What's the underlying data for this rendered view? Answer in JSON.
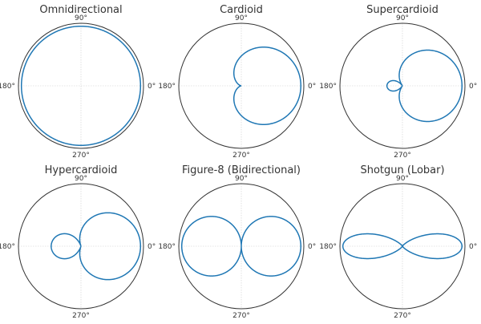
{
  "chart_data": [
    {
      "type": "line",
      "subtype": "polar",
      "title": "Omnidirectional",
      "pattern": "omni",
      "a": 1.0,
      "b": 0.0,
      "exponent": 1,
      "rlim": [
        0,
        1.05
      ],
      "theta_labels": [
        "0°",
        "90°",
        "180°",
        "270°"
      ],
      "grid": true
    },
    {
      "type": "line",
      "subtype": "polar",
      "title": "Cardioid",
      "pattern": "cardioid",
      "a": 0.5,
      "b": 0.5,
      "exponent": 1,
      "rlim": [
        0,
        1.05
      ],
      "theta_labels": [
        "0°",
        "90°",
        "180°",
        "270°"
      ],
      "grid": true
    },
    {
      "type": "line",
      "subtype": "polar",
      "title": "Supercardioid",
      "pattern": "supercardioid",
      "a": 0.37,
      "b": 0.63,
      "exponent": 1,
      "rlim": [
        0,
        1.05
      ],
      "theta_labels": [
        "0°",
        "90°",
        "180°",
        "270°"
      ],
      "grid": true
    },
    {
      "type": "line",
      "subtype": "polar",
      "title": "Hypercardioid",
      "pattern": "hypercardioid",
      "a": 0.25,
      "b": 0.75,
      "exponent": 1,
      "rlim": [
        0,
        1.05
      ],
      "theta_labels": [
        "0°",
        "90°",
        "180°",
        "270°"
      ],
      "grid": true
    },
    {
      "type": "line",
      "subtype": "polar",
      "title": "Figure-8 (Bidirectional)",
      "pattern": "figure8",
      "a": 0.0,
      "b": 1.0,
      "exponent": 1,
      "rlim": [
        0,
        1.05
      ],
      "theta_labels": [
        "0°",
        "90°",
        "180°",
        "270°"
      ],
      "grid": true
    },
    {
      "type": "line",
      "subtype": "polar",
      "title": "Shotgun (Lobar)",
      "pattern": "lobar",
      "a": 0.0,
      "b": 1.0,
      "exponent": 8,
      "rlim": [
        0,
        1.05
      ],
      "theta_labels": [
        "0°",
        "90°",
        "180°",
        "270°"
      ],
      "grid": true
    }
  ],
  "colors": {
    "line": "#1f77b4",
    "frame": "#333333",
    "grid": "#cccccc"
  }
}
